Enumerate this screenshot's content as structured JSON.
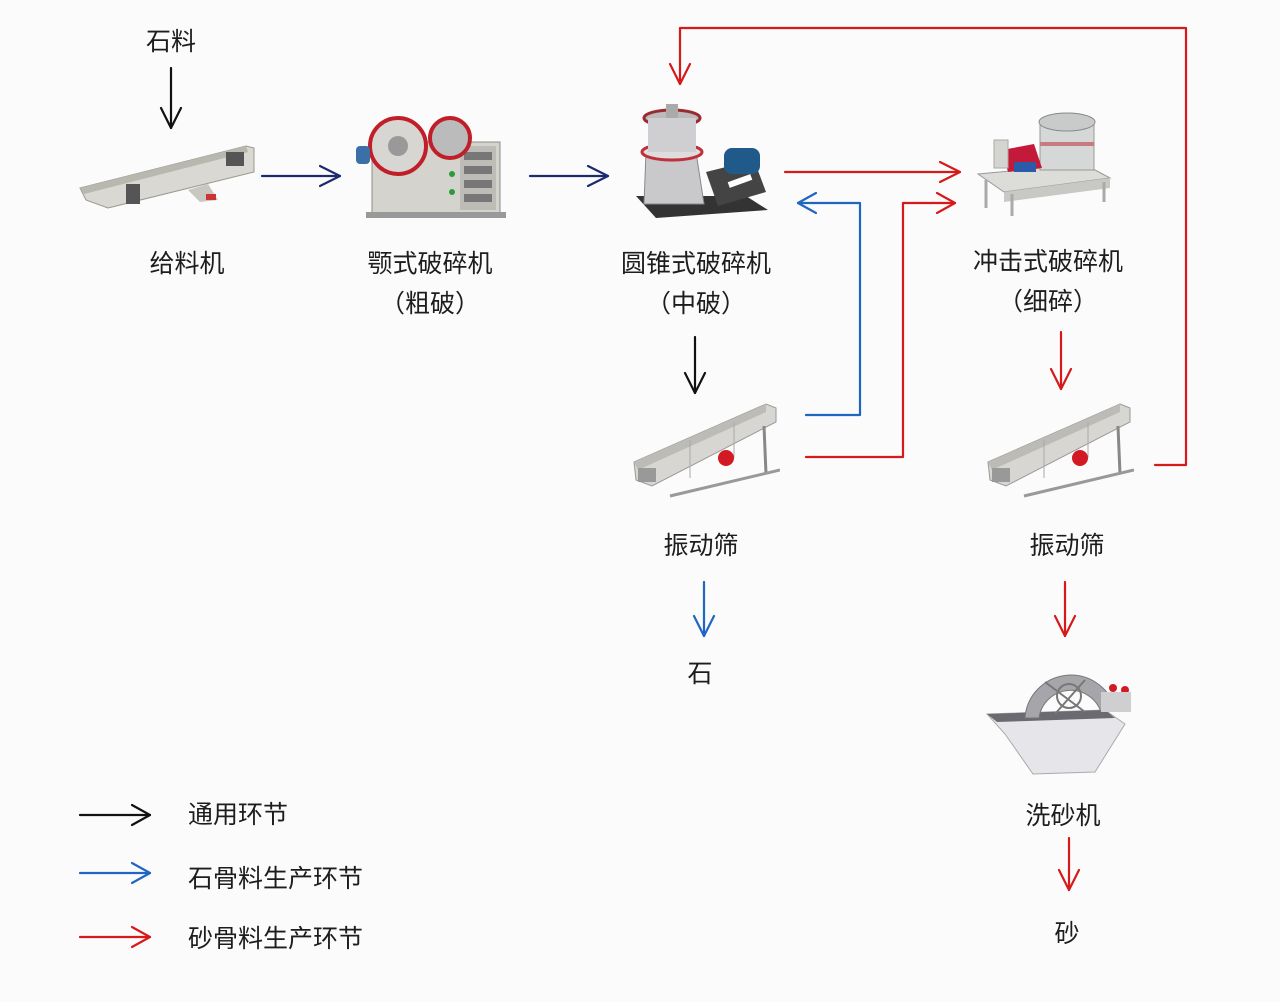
{
  "colors": {
    "general": "#111111",
    "stone": "#1f66c2",
    "sand": "#d61a1a",
    "navy": "#1e2a6e"
  },
  "input": {
    "label": "石料"
  },
  "machines": {
    "feeder": {
      "name": "给料机"
    },
    "jaw_crusher": {
      "name": "颚式破碎机",
      "stage": "（粗破）"
    },
    "cone_crusher": {
      "name": "圆锥式破碎机",
      "stage": "（中破）"
    },
    "impact_crusher": {
      "name": "冲击式破碎机",
      "stage": "（细碎）"
    },
    "screen_1": {
      "name": "振动筛"
    },
    "screen_2": {
      "name": "振动筛"
    },
    "sand_washer": {
      "name": "洗砂机"
    }
  },
  "outputs": {
    "stone": "石",
    "sand": "砂"
  },
  "legend": [
    {
      "type": "general",
      "label": "通用环节"
    },
    {
      "type": "stone",
      "label": "石骨料生产环节"
    },
    {
      "type": "sand",
      "label": "砂骨料生产环节"
    }
  ]
}
